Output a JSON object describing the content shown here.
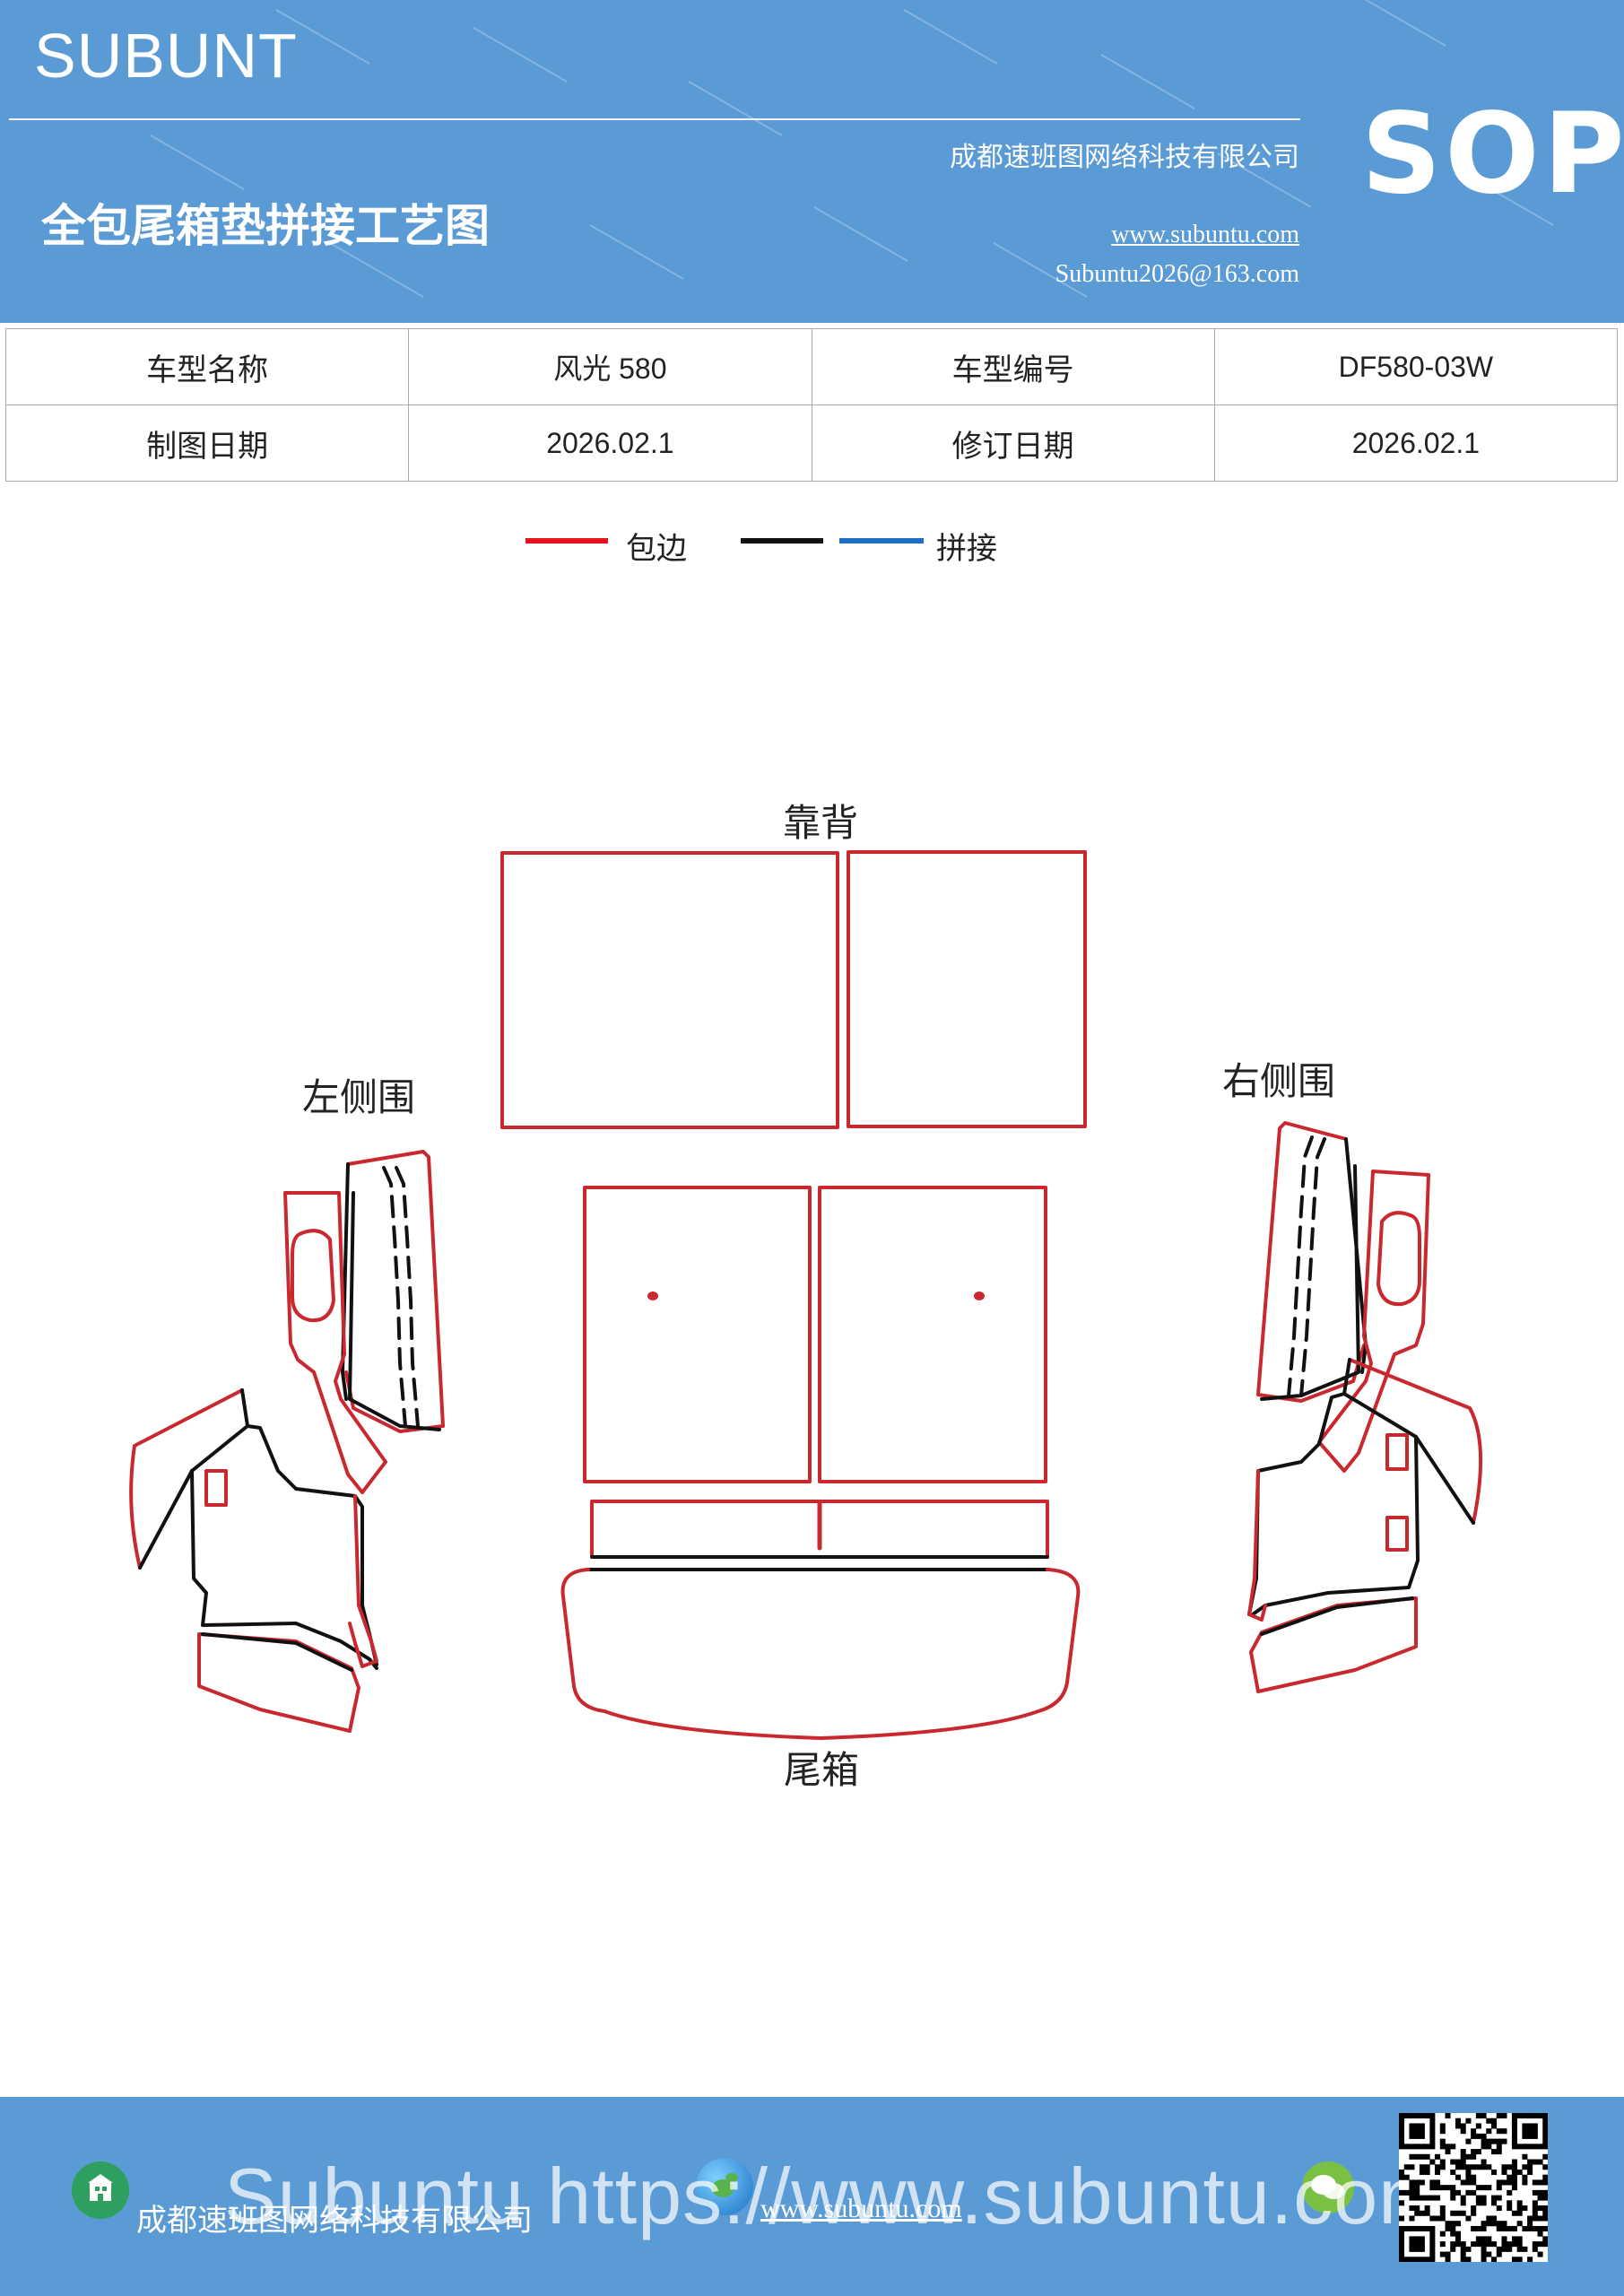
{
  "header": {
    "brand": "SUBUNT",
    "sop": "SOP",
    "company": "成都速班图网络科技有限公司",
    "title": "全包尾箱垫拼接工艺图",
    "url": "www.subuntu.com",
    "email": "Subuntu2026@163.com",
    "background_color": "#5b9bd5"
  },
  "info_table": {
    "rows": [
      [
        "车型名称",
        "风光 580",
        "车型编号",
        "DF580-03W"
      ],
      [
        "制图日期",
        "2026.02.1",
        "修订日期",
        "2026.02.1"
      ]
    ]
  },
  "legend": {
    "items": [
      {
        "label": "包边",
        "color": "#e8141c"
      },
      {
        "label": "",
        "color": "#111111"
      },
      {
        "label": "拼接",
        "color": "#1a6fc4"
      }
    ]
  },
  "diagram": {
    "labels": {
      "back": "靠背",
      "left": "左侧围",
      "right": "右侧围",
      "trunk": "尾箱"
    },
    "colors": {
      "edge": "#c8282e",
      "seam": "#111111"
    }
  },
  "footer": {
    "company": "成都速班图网络科技有限公司",
    "url": "www.subuntu.com",
    "overlay": "Subuntu  https://www.subuntu.com",
    "icons": [
      "building-icon",
      "globe-icon",
      "wechat-icon"
    ]
  }
}
